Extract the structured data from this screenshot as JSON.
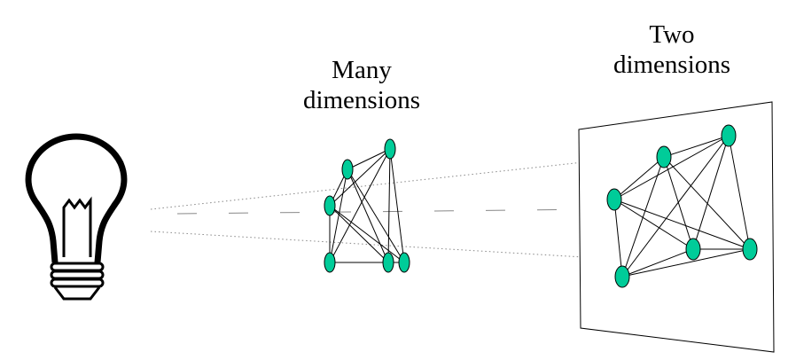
{
  "labels": {
    "many": {
      "line1": "Many",
      "line2": "dimensions"
    },
    "two": {
      "line1": "Two",
      "line2": "dimensions"
    }
  },
  "icons": {
    "light": "light-bulb-icon"
  },
  "colors": {
    "node_fill": "#00cc99",
    "stroke": "#000000",
    "ray": "#888888",
    "background": "#ffffff"
  }
}
